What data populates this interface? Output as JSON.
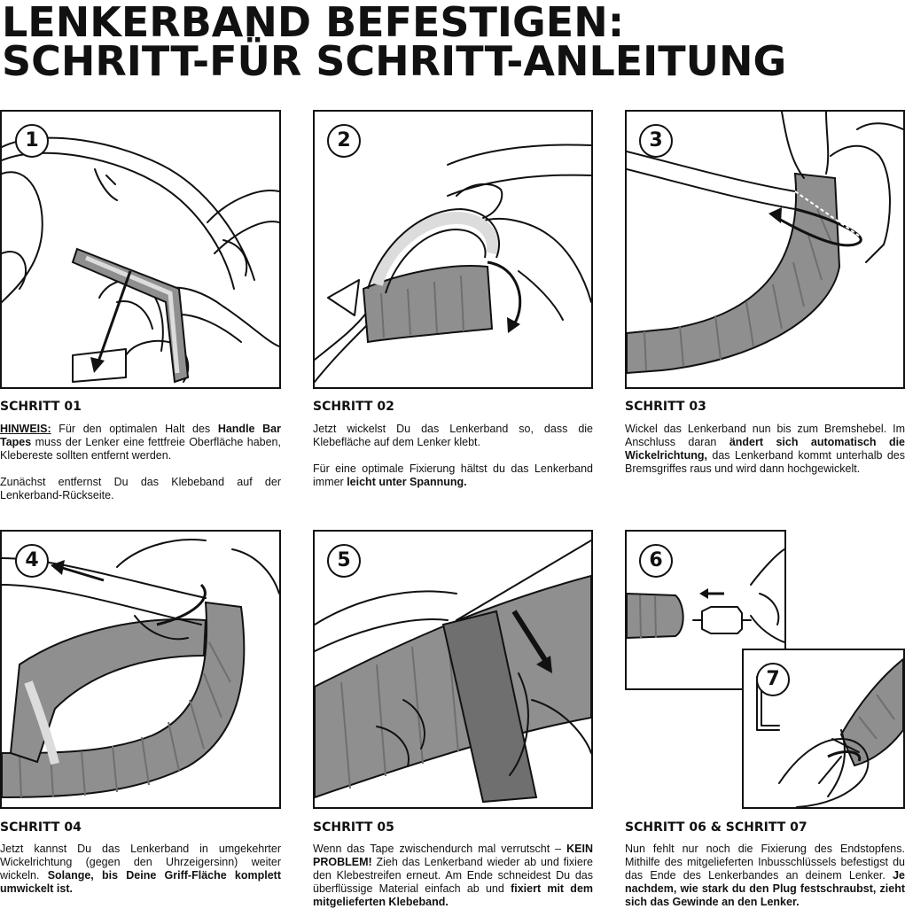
{
  "page": {
    "title_line1": "LENKERBAND BEFESTIGEN:",
    "title_line2": "SCHRITT-FÜR SCHRITT-ANLEITUNG"
  },
  "colors": {
    "ink": "#111111",
    "tape": "#8f8f8f",
    "tape_dark": "#6f6f6f",
    "tape_light": "#dcdcdc",
    "background": "#ffffff"
  },
  "panels": {
    "p1": "1",
    "p2": "2",
    "p3": "3",
    "p4": "4",
    "p5": "5",
    "p6": "6",
    "p7": "7"
  },
  "steps": {
    "s01": {
      "title": "SCHRITT 01",
      "p1": {
        "hinweis": "HINWEIS:",
        "t1": " Für den optimalen Halt des ",
        "b1": "Handle Bar Tapes",
        "t2": " muss der Lenker eine fettfreie Oberfläche haben, Klebereste sollten entfernt werden."
      },
      "p2": "Zunächst entfernst Du das Klebeband auf der Lenkerband-Rückseite."
    },
    "s02": {
      "title": "SCHRITT 02",
      "p1": "Jetzt wickelst Du das Lenkerband so, dass die Klebefläche auf dem Lenker klebt.",
      "p2": {
        "t1": "Für eine optimale Fixierung hältst du das Lenkerband immer ",
        "b1": "leicht unter Spannung."
      }
    },
    "s03": {
      "title": "SCHRITT 03",
      "p1": {
        "t1": "Wickel das Lenkerband nun bis zum Bremshebel. Im Anschluss daran ",
        "b1": "ändert sich automatisch die Wickelrichtung,",
        "t2": " das Lenkerband kommt unterhalb des Bremsgriffes raus und wird dann hochgewickelt."
      }
    },
    "s04": {
      "title": "SCHRITT 04",
      "p1": {
        "t1": "Jetzt kannst Du das Lenkerband in umgekehrter Wickelrichtung (gegen den Uhrzeigersinn) weiter wickeln. ",
        "b1": "Solange, bis Deine Griff-Fläche komplett umwickelt ist."
      }
    },
    "s05": {
      "title": "SCHRITT 05",
      "p1": {
        "t1": "Wenn das Tape zwischendurch mal verrutscht – ",
        "b1": "KEIN PROBLEM!",
        "t2": " Zieh das Lenkerband wieder ab und fixiere den Klebestreifen erneut. Am Ende schneidest Du das überflüssige Material einfach ab und ",
        "b2": "fixiert mit dem mitgelieferten Klebeband."
      }
    },
    "s0607": {
      "title": "SCHRITT 06 & SCHRITT 07",
      "p1": {
        "t1": "Nun fehlt nur noch die Fixierung des Endstopfens. Mithilfe des mitgelieferten Inbusschlüssels befestigst du das Ende des Lenkerbandes an deinem Lenker. ",
        "b1": "Je nachdem, wie stark du den Plug festschraubst, zieht sich das Gewinde an den Lenker."
      }
    }
  }
}
